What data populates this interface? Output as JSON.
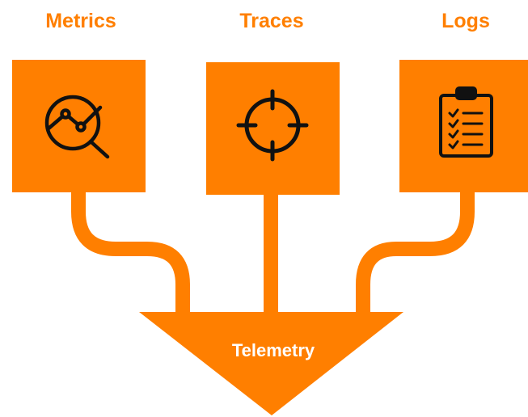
{
  "colors": {
    "accent": "#FF7F00",
    "icon": "#111111",
    "inner_text": "#ffffff",
    "background": "#ffffff"
  },
  "sources": [
    {
      "label": "Metrics",
      "icon": "chart-magnifier-icon"
    },
    {
      "label": "Traces",
      "icon": "crosshair-icon"
    },
    {
      "label": "Logs",
      "icon": "clipboard-checklist-icon"
    }
  ],
  "target": {
    "label": "Telemetry"
  }
}
